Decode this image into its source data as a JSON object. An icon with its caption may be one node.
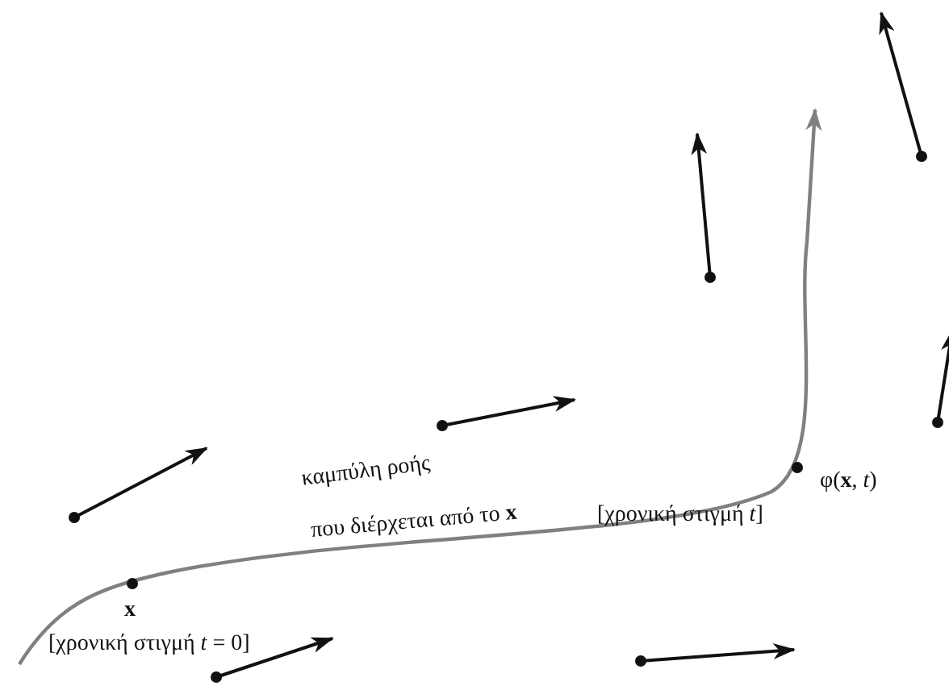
{
  "diagram": {
    "labels": [
      "[χρονική στιγμή *t*]",
      "φ(**x**, *t*)",
      "καμπύλη ροής",
      "που διέρχεται από το **x**",
      "x",
      "[χρονική στιγμή *t* = 0]"
    ]
  }
}
